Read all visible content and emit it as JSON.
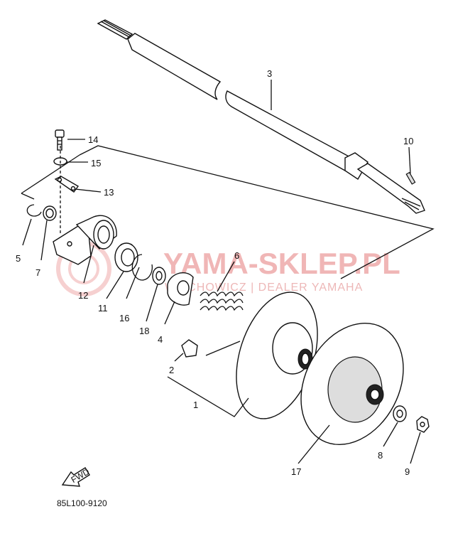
{
  "watermark": {
    "brand": "YAMA-SKLEP.PL",
    "subtitle": "WWCHOWICZ | DEALER YAMAHA"
  },
  "diagram_code": "85L100-9120",
  "fwd_label": "FWD",
  "callouts": [
    {
      "id": "c1",
      "label": "1"
    },
    {
      "id": "c2",
      "label": "2"
    },
    {
      "id": "c3",
      "label": "3"
    },
    {
      "id": "c4",
      "label": "4"
    },
    {
      "id": "c5",
      "label": "5"
    },
    {
      "id": "c6",
      "label": "6"
    },
    {
      "id": "c7",
      "label": "7"
    },
    {
      "id": "c8",
      "label": "8"
    },
    {
      "id": "c9",
      "label": "9"
    },
    {
      "id": "c10",
      "label": "10"
    },
    {
      "id": "c11",
      "label": "11"
    },
    {
      "id": "c12",
      "label": "12"
    },
    {
      "id": "c13",
      "label": "13"
    },
    {
      "id": "c14",
      "label": "14"
    },
    {
      "id": "c15",
      "label": "15"
    },
    {
      "id": "c16",
      "label": "16"
    },
    {
      "id": "c17",
      "label": "17"
    },
    {
      "id": "c18",
      "label": "18"
    }
  ],
  "colors": {
    "ink": "#111111",
    "watermark": "#e57b7b"
  }
}
